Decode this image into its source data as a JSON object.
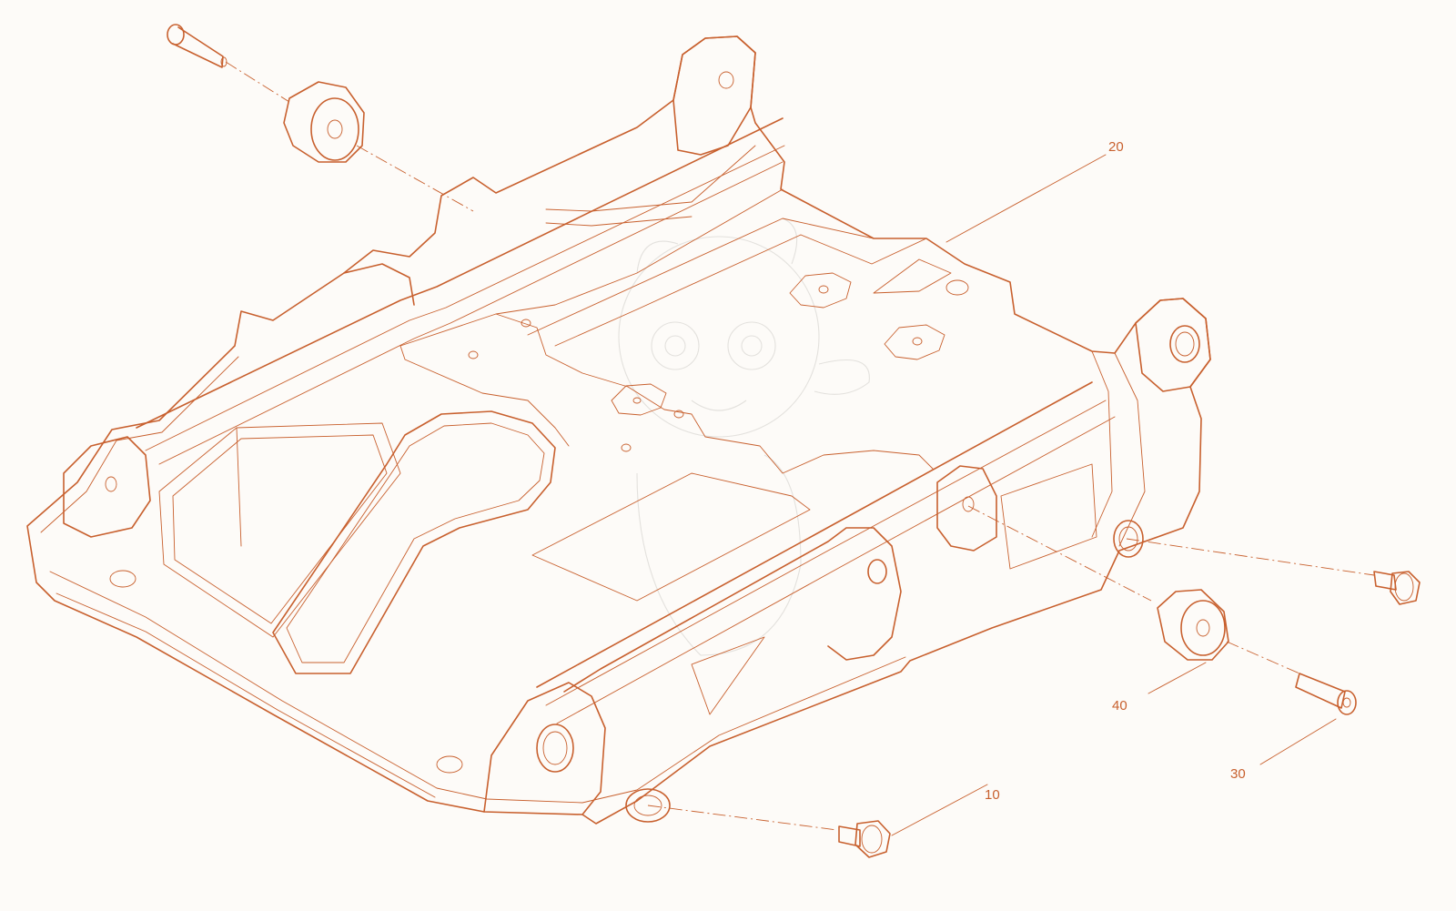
{
  "theme": {
    "line_color": "#c8602e",
    "background": "#fdfbf8"
  },
  "callouts": [
    {
      "id": "10",
      "label": "10"
    },
    {
      "id": "20",
      "label": "20"
    },
    {
      "id": "30",
      "label": "30"
    },
    {
      "id": "40",
      "label": "40"
    }
  ]
}
